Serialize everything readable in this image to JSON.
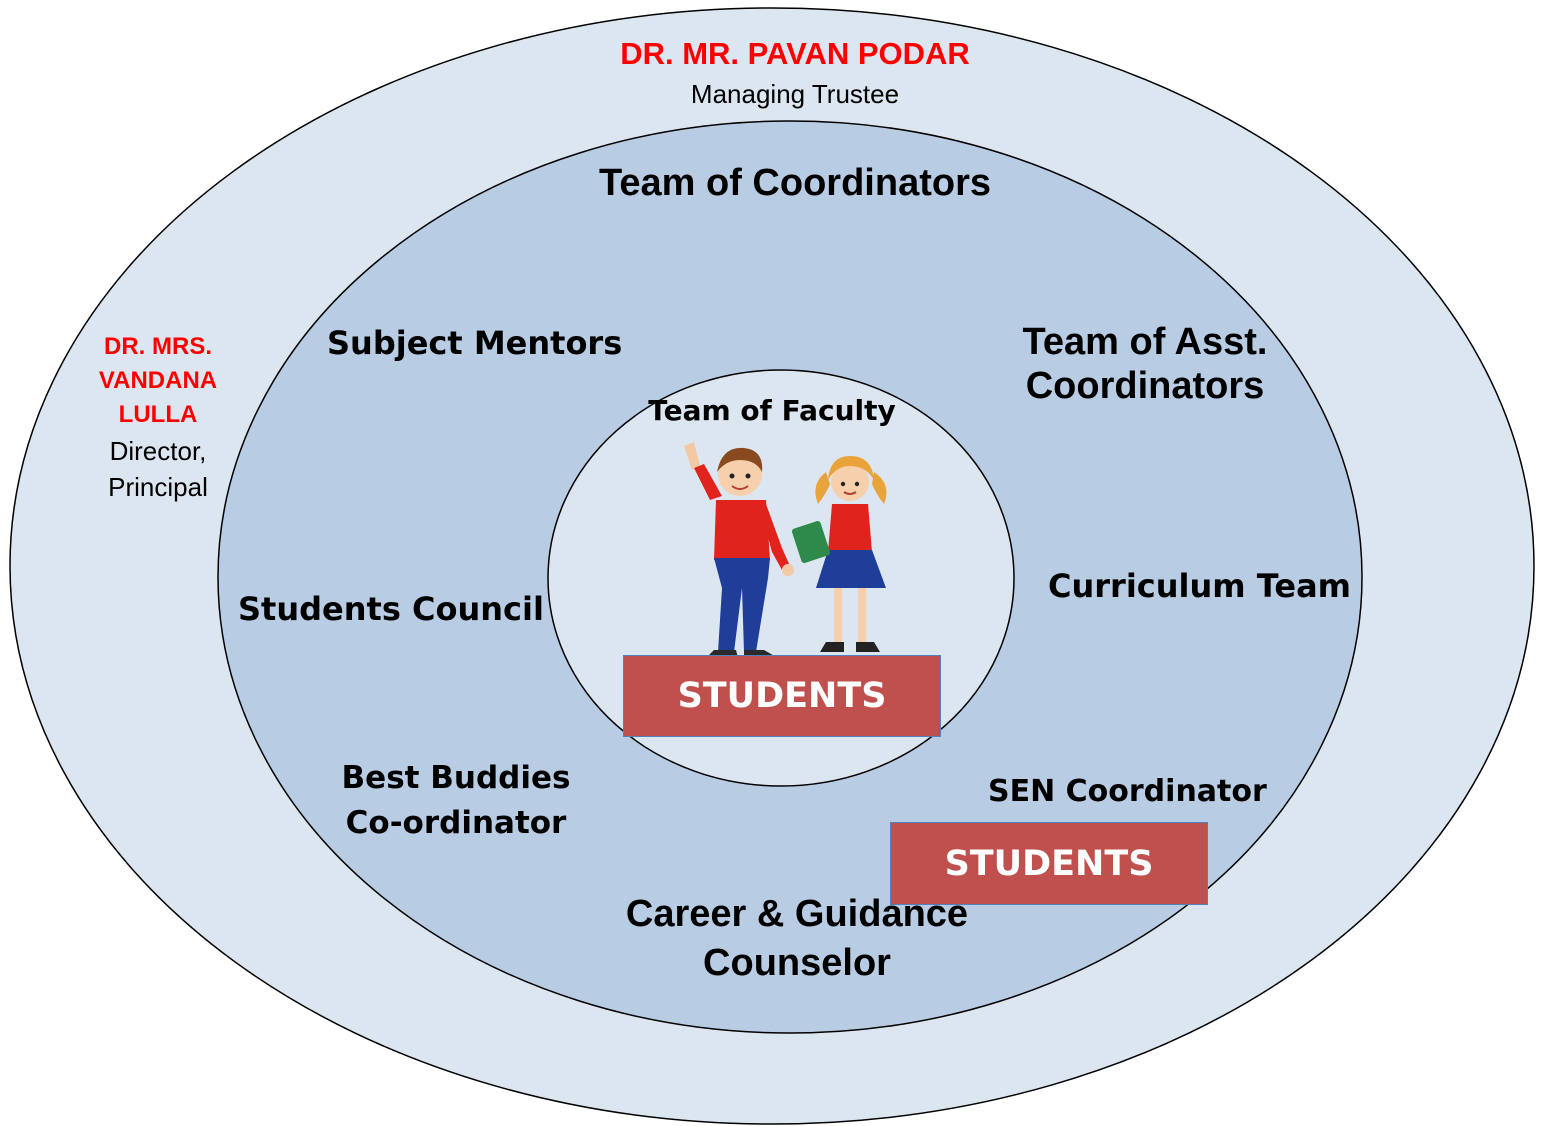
{
  "outer": {
    "name": "DR. MR. PAVAN PODAR",
    "role": "Managing Trustee",
    "left_name_lines": [
      "DR. MRS.",
      "VANDANA",
      "LULLA"
    ],
    "left_role_lines": [
      "Director,",
      "Principal"
    ]
  },
  "middle": {
    "title": "Team of Coordinators",
    "subject_mentors": "Subject Mentors",
    "asst_coordinators_lines": [
      "Team of Asst.",
      "Coordinators"
    ],
    "students_council": "Students Council",
    "curriculum_team": "Curriculum Team",
    "best_buddies_lines": [
      "Best Buddies",
      "Co-ordinator"
    ],
    "sen_coordinator": "SEN Coordinator",
    "career_lines": [
      "Career & Guidance",
      "Counselor"
    ],
    "students_box_2": "STUDENTS"
  },
  "inner": {
    "title": "Team of Faculty",
    "students_box_1": "STUDENTS"
  },
  "colors": {
    "outer_fill": "#dce6f1",
    "middle_fill": "#b8cce4",
    "inner_fill": "#dce6f1",
    "box_fill": "#c0504d",
    "name_red": "#ff0000"
  }
}
